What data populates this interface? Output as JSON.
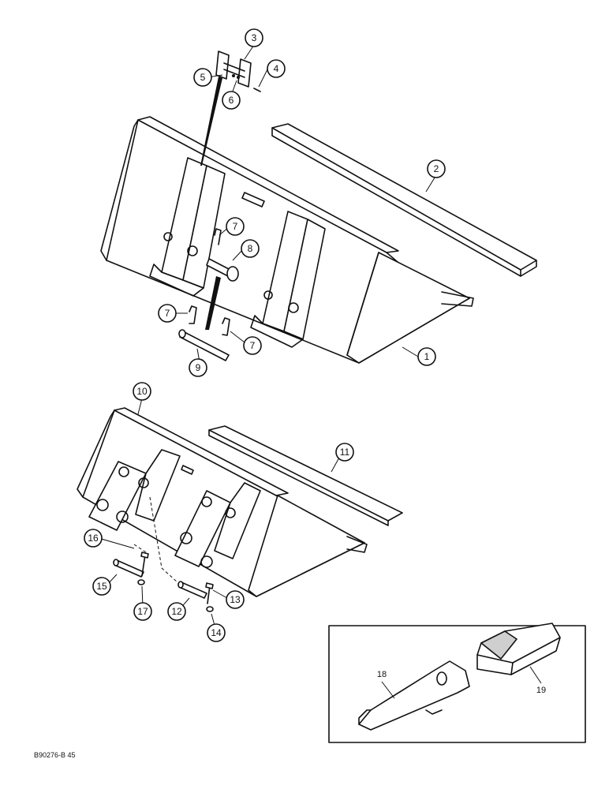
{
  "callouts": {
    "c1": "1",
    "c2": "2",
    "c3": "3",
    "c4": "4",
    "c5": "5",
    "c6": "6",
    "c7a": "7",
    "c7b": "7",
    "c7c": "7",
    "c8": "8",
    "c9": "9",
    "c10": "10",
    "c11": "11",
    "c12": "12",
    "c13": "13",
    "c14": "14",
    "c15": "15",
    "c16": "16",
    "c17": "17",
    "c18": "18",
    "c19": "19"
  },
  "reference_code": "B90276-B 45"
}
